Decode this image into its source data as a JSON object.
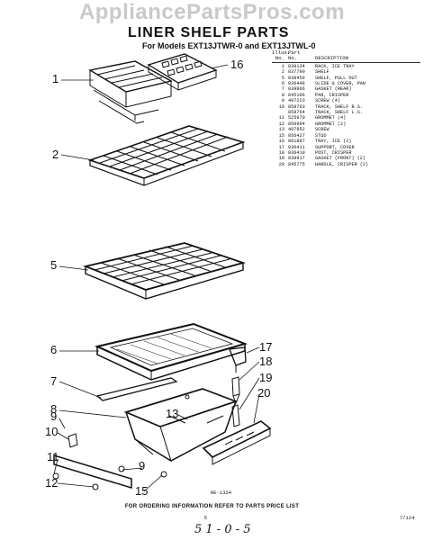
{
  "watermark": "AppliancePartsPros.com",
  "title": "LINER SHELF PARTS",
  "subtitle": "For Models EXT13JTWR-0 and EXT13JTWL-0",
  "table": {
    "col_no_l1": "Illus.",
    "col_no_l2": "No.",
    "col_part_l1": "Part",
    "col_part_l2": "No.",
    "col_desc": "DESCRIPTION",
    "rows": [
      {
        "no": "1",
        "part": "839134",
        "desc": "RACK, ICE TRAY"
      },
      {
        "no": "2",
        "part": "837790",
        "desc": "SHELF"
      },
      {
        "no": "5",
        "part": "839459",
        "desc": "SHELF, PULL OUT"
      },
      {
        "no": "6",
        "part": "836448",
        "desc": "SLIDE & COVER, PAN"
      },
      {
        "no": "7",
        "part": "839966",
        "desc": "GASKET (REAR)"
      },
      {
        "no": "8",
        "part": "845106",
        "desc": "PAN, CRISPER"
      },
      {
        "no": "9",
        "part": "487223",
        "desc": "SCREW (4)"
      },
      {
        "no": "10",
        "part": "858763",
        "desc": "TRACK, SHELF R.S."
      },
      {
        "no": "",
        "part": "858764",
        "desc": "TRACK, SHELF L.S."
      },
      {
        "no": "11",
        "part": "525970",
        "desc": "GROMMET (4)"
      },
      {
        "no": "12",
        "part": "850994",
        "desc": "GROMMET (2)"
      },
      {
        "no": "13",
        "part": "487952",
        "desc": "SCREW"
      },
      {
        "no": "15",
        "part": "856427",
        "desc": "STUD"
      },
      {
        "no": "16",
        "part": "861887",
        "desc": "TRAY, ICE (2)"
      },
      {
        "no": "17",
        "part": "836411",
        "desc": "SUPPORT, COVER"
      },
      {
        "no": "18",
        "part": "836410",
        "desc": "POST, CRISPER"
      },
      {
        "no": "19",
        "part": "839917",
        "desc": "GASKET (FRONT) (2)"
      },
      {
        "no": "20",
        "part": "845775",
        "desc": "HANDLE, CRISPER (2)"
      }
    ]
  },
  "callouts": {
    "c1": "1",
    "c16": "16",
    "c2": "2",
    "c5": "5",
    "c6": "6",
    "c7": "7",
    "c8": "8",
    "c9a": "9",
    "c10": "10",
    "c11": "11",
    "c12": "12",
    "c13": "13",
    "c9b": "9",
    "c15": "15",
    "c17": "17",
    "c18": "18",
    "c19": "19",
    "c20": "20"
  },
  "figure_code": "RE-1324",
  "footer": "FOR ORDERING INFORMATION REFER TO PARTS PRICE LIST",
  "page_number": "5",
  "date_code": "7/124",
  "handwritten_note": "5 1 - 0 - 5"
}
